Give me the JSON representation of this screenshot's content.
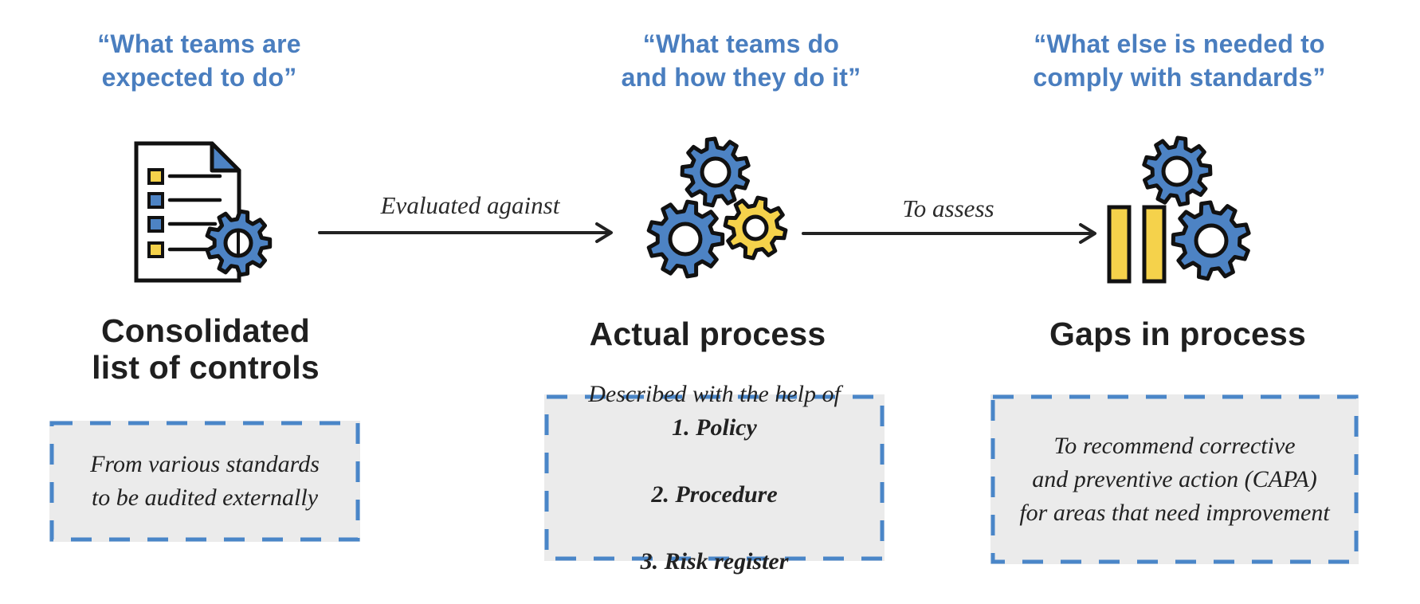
{
  "palette": {
    "quote_blue": "#4a7ebf",
    "icon_blue": "#4d83c4",
    "icon_yellow": "#f5d24b",
    "dash_blue": "#4a86c8",
    "box_fill": "#ebebeb",
    "outline_black": "#111111",
    "text_black": "#1f1f1f"
  },
  "columns": [
    {
      "quote": "“What teams are\nexpected to do”",
      "title": "Consolidated\nlist of controls",
      "icon": "checklist-document-with-gear-icon",
      "note": "From various standards\nto be audited externally"
    },
    {
      "quote": "“What teams do\nand how they do it”",
      "title": "Actual process",
      "icon": "three-gears-icon",
      "note_intro": "Described with the help of",
      "note_items": [
        "1. Policy",
        "2. Procedure",
        "3. Risk register"
      ]
    },
    {
      "quote": "“What else is needed to\ncomply with standards”",
      "title": "Gaps in process",
      "icon": "pause-bars-with-gears-icon",
      "note": "To recommend corrective\nand preventive action (CAPA)\nfor areas that need improvement"
    }
  ],
  "arrows": [
    {
      "label": "Evaluated against"
    },
    {
      "label": "To assess"
    }
  ]
}
